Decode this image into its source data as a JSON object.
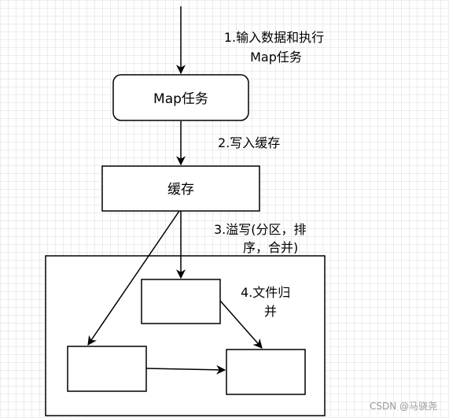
{
  "nodes": {
    "map_task": "Map任务",
    "cache": "缓存"
  },
  "labels": {
    "step1": [
      "1.输入数据和执行",
      "Map任务"
    ],
    "step2": "2.写入缓存",
    "step3": [
      "3.溢写(分区，排",
      "序，合并)"
    ],
    "step4": [
      "4.文件归",
      "并"
    ]
  },
  "watermark": "CSDN @马骁尧"
}
